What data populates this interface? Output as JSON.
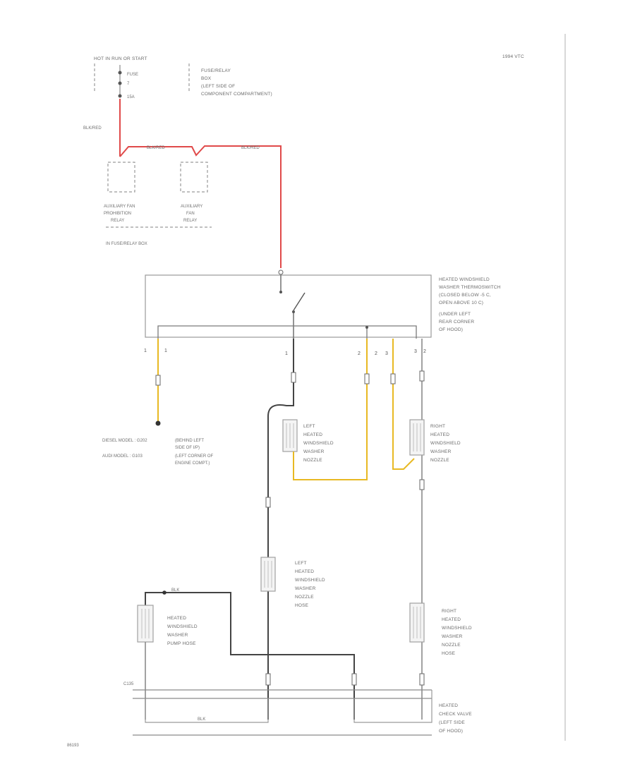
{
  "meta": {
    "year_label": "1994 VTC",
    "page_number": "86193"
  },
  "top": {
    "header": "HOT IN RUN OR START",
    "fuse_name": "FUSE",
    "fuse_number": "7",
    "fuse_rating": "15A",
    "fuse_box_lines": [
      "FUSE/RELAY",
      "BOX",
      "(LEFT SIDE OF",
      "COMPONENT COMPARTMENT)"
    ]
  },
  "wires": {
    "w1": "BLK/RED",
    "w2": "BLK/RED",
    "w3": "BLK/RED",
    "ground_wire": "BLK",
    "bottom_wire": "BLK"
  },
  "relays": {
    "left_lines": [
      "AUXILIARY FAN",
      "PROHIBITION",
      "RELAY"
    ],
    "right_lines": [
      "AUXILIARY",
      "FAN",
      "RELAY"
    ],
    "box_label": "IN FUSE/RELAY BOX"
  },
  "thermoswitch": {
    "lines": [
      "HEATED WINDSHIELD",
      "WASHER THERMOSWITCH",
      "(CLOSED BELOW -5 C,",
      "OPEN ABOVE 10 C)",
      "(UNDER LEFT",
      "REAR CORNER",
      "OF HOOD)"
    ]
  },
  "pins": {
    "p1": "1",
    "p2": "1",
    "p3": "1",
    "p4": "2",
    "p5": "2",
    "p6": "3",
    "p7": "3",
    "p8": "2"
  },
  "grounds": {
    "line1a": "DIESEL MODEL : G202",
    "line1b": "(BEHIND LEFT",
    "line1c": "SIDE OF I/P)",
    "line2a": "AUDI MODEL : G103",
    "line2b": "(LEFT CORNER OF",
    "line2c": "ENGINE COMPT.)"
  },
  "nozzles": {
    "left_upper": [
      "LEFT",
      "HEATED",
      "WINDSHIELD",
      "WASHER",
      "NOZZLE"
    ],
    "right_upper": [
      "RIGHT",
      "HEATED",
      "WINDSHIELD",
      "WASHER",
      "NOZZLE"
    ],
    "left_hose": [
      "LEFT",
      "HEATED",
      "WINDSHIELD",
      "WASHER",
      "NOZZLE",
      "HOSE"
    ],
    "pump_hose": [
      "HEATED",
      "WINDSHIELD",
      "WASHER",
      "PUMP HOSE"
    ],
    "right_hose": [
      "RIGHT",
      "HEATED",
      "WINDSHIELD",
      "WASHER",
      "NOZZLE",
      "HOSE"
    ]
  },
  "check_valve": {
    "connector": "C135",
    "lines": [
      "HEATED",
      "CHECK VALVE",
      "(LEFT SIDE",
      "OF HOOD)"
    ]
  }
}
